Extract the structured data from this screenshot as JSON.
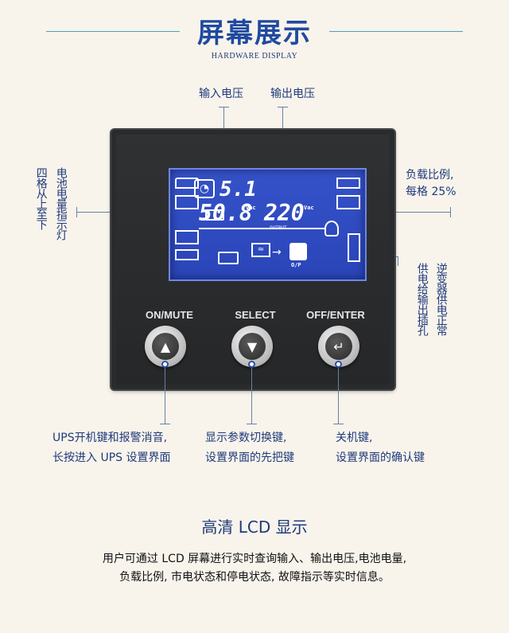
{
  "header": {
    "title": "屏幕展示",
    "subtitle": "HARDWARE DISPLAY"
  },
  "labels": {
    "input_voltage": "输入电压",
    "output_voltage": "输出电压",
    "load_ratio_line1": "负载比例,",
    "load_ratio_line2": "每格 25%",
    "battery_col1": "四格从上至下",
    "battery_col2": "电池电量指示灯",
    "inverter_col1": "逆变器供电正常",
    "inverter_col2": "供电给输出插孔"
  },
  "lcd": {
    "mode": "5.1",
    "input_value": "50.8",
    "input_unit": "Vac",
    "output_value": "220",
    "output_unit": "Vac",
    "output_sub": "OUTPUT",
    "op_label": "O/P"
  },
  "buttons": [
    {
      "label": "ON/MUTE",
      "icon": "triangle-up-icon",
      "glyph": "▲"
    },
    {
      "label": "SELECT",
      "icon": "triangle-down-icon",
      "glyph": "▼"
    },
    {
      "label": "OFF/ENTER",
      "icon": "enter-arrow-icon",
      "glyph": "↵"
    }
  ],
  "captions": {
    "on_mute_line1": "UPS开机键和报警消音,",
    "on_mute_line2": "长按进入 UPS 设置界面",
    "select_line1": "显示参数切换键,",
    "select_line2": "设置界面的先把键",
    "off_enter_line1": "关机键,",
    "off_enter_line2": "设置界面的确认键"
  },
  "section": {
    "title": "高清 LCD 显示",
    "desc_line1": "用户可通过 LCD 屏幕进行实时查询输入、输出电压,电池电量,",
    "desc_line2": "负载比例, 市电状态和停电状态, 故障指示等实时信息。"
  },
  "colors": {
    "background": "#f8f4ec",
    "accent": "#1f4aa0",
    "lcd_blue": "#3552c9"
  }
}
